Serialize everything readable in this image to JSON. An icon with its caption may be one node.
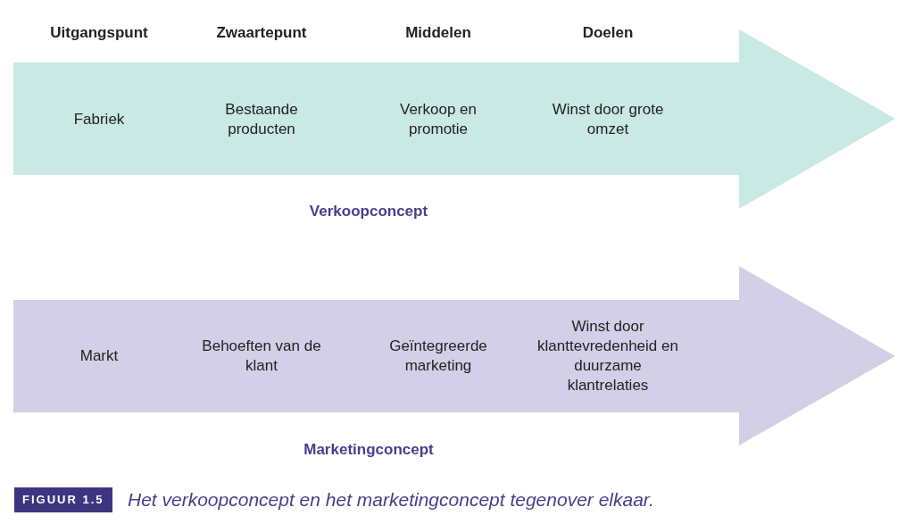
{
  "diagram": {
    "caption": "Het verkoopconcept en het marketingconcept tegenover elkaar.",
    "nodes": [
      {
        "text": [],
        "shape": "arrow",
        "beside": [
          "Verkoopconcept"
        ]
      },
      {
        "text": [],
        "shape": "arrow",
        "beside": [
          "Marketingconcept"
        ]
      }
    ],
    "edges": [],
    "labels": [
      "Uitgangspunt",
      "Zwaartepunt",
      "Middelen",
      "Doelen",
      "Fabriek",
      "Bestaande producten",
      "Verkoop en promotie",
      "Winst door grote omzet",
      "Markt",
      "Behoeften van de klant",
      "Geïntegreerde marketing",
      "Winst door klanttevredenheid en duurzame klantrelaties",
      "FIGUUR 1.5"
    ]
  }
}
